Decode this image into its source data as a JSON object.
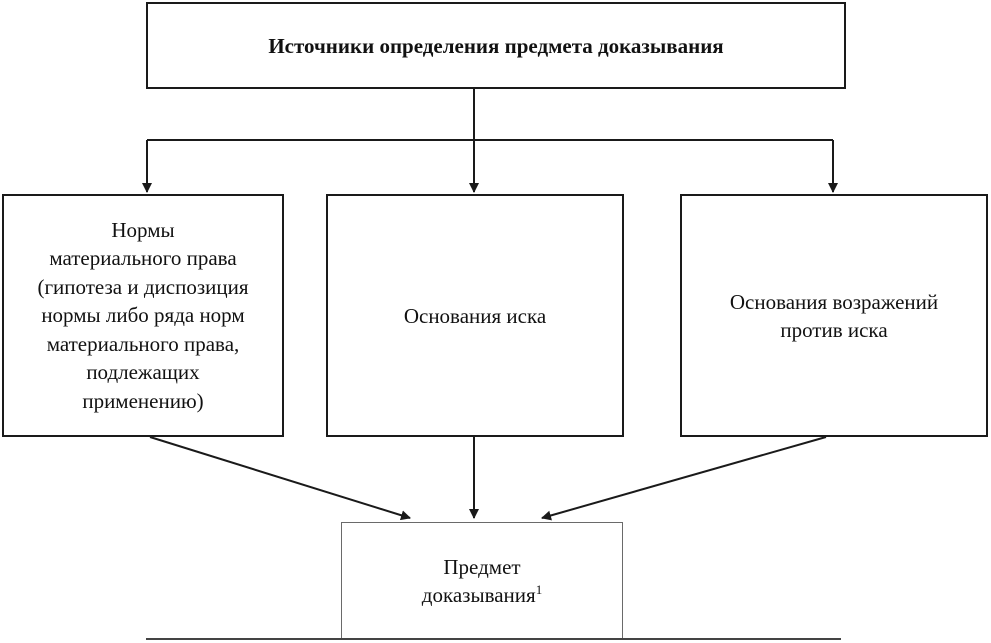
{
  "diagram": {
    "title": "Источники определения предмета доказывания",
    "sources": [
      {
        "id": "norms",
        "label": "Нормы\nматериального права\n(гипотеза и диспозиция\nнормы либо ряда норм\nматериального права,\nподлежащих\nприменению)"
      },
      {
        "id": "claim",
        "label": "Основания иска"
      },
      {
        "id": "objection",
        "label": "Основания возражений\nпротив иска"
      }
    ],
    "result": {
      "label": "Предмет\nдоказывания",
      "footnote": "1"
    }
  },
  "colors": {
    "stroke": "#1a1a1a",
    "background": "#ffffff",
    "result_border": "#6a6a6a"
  }
}
